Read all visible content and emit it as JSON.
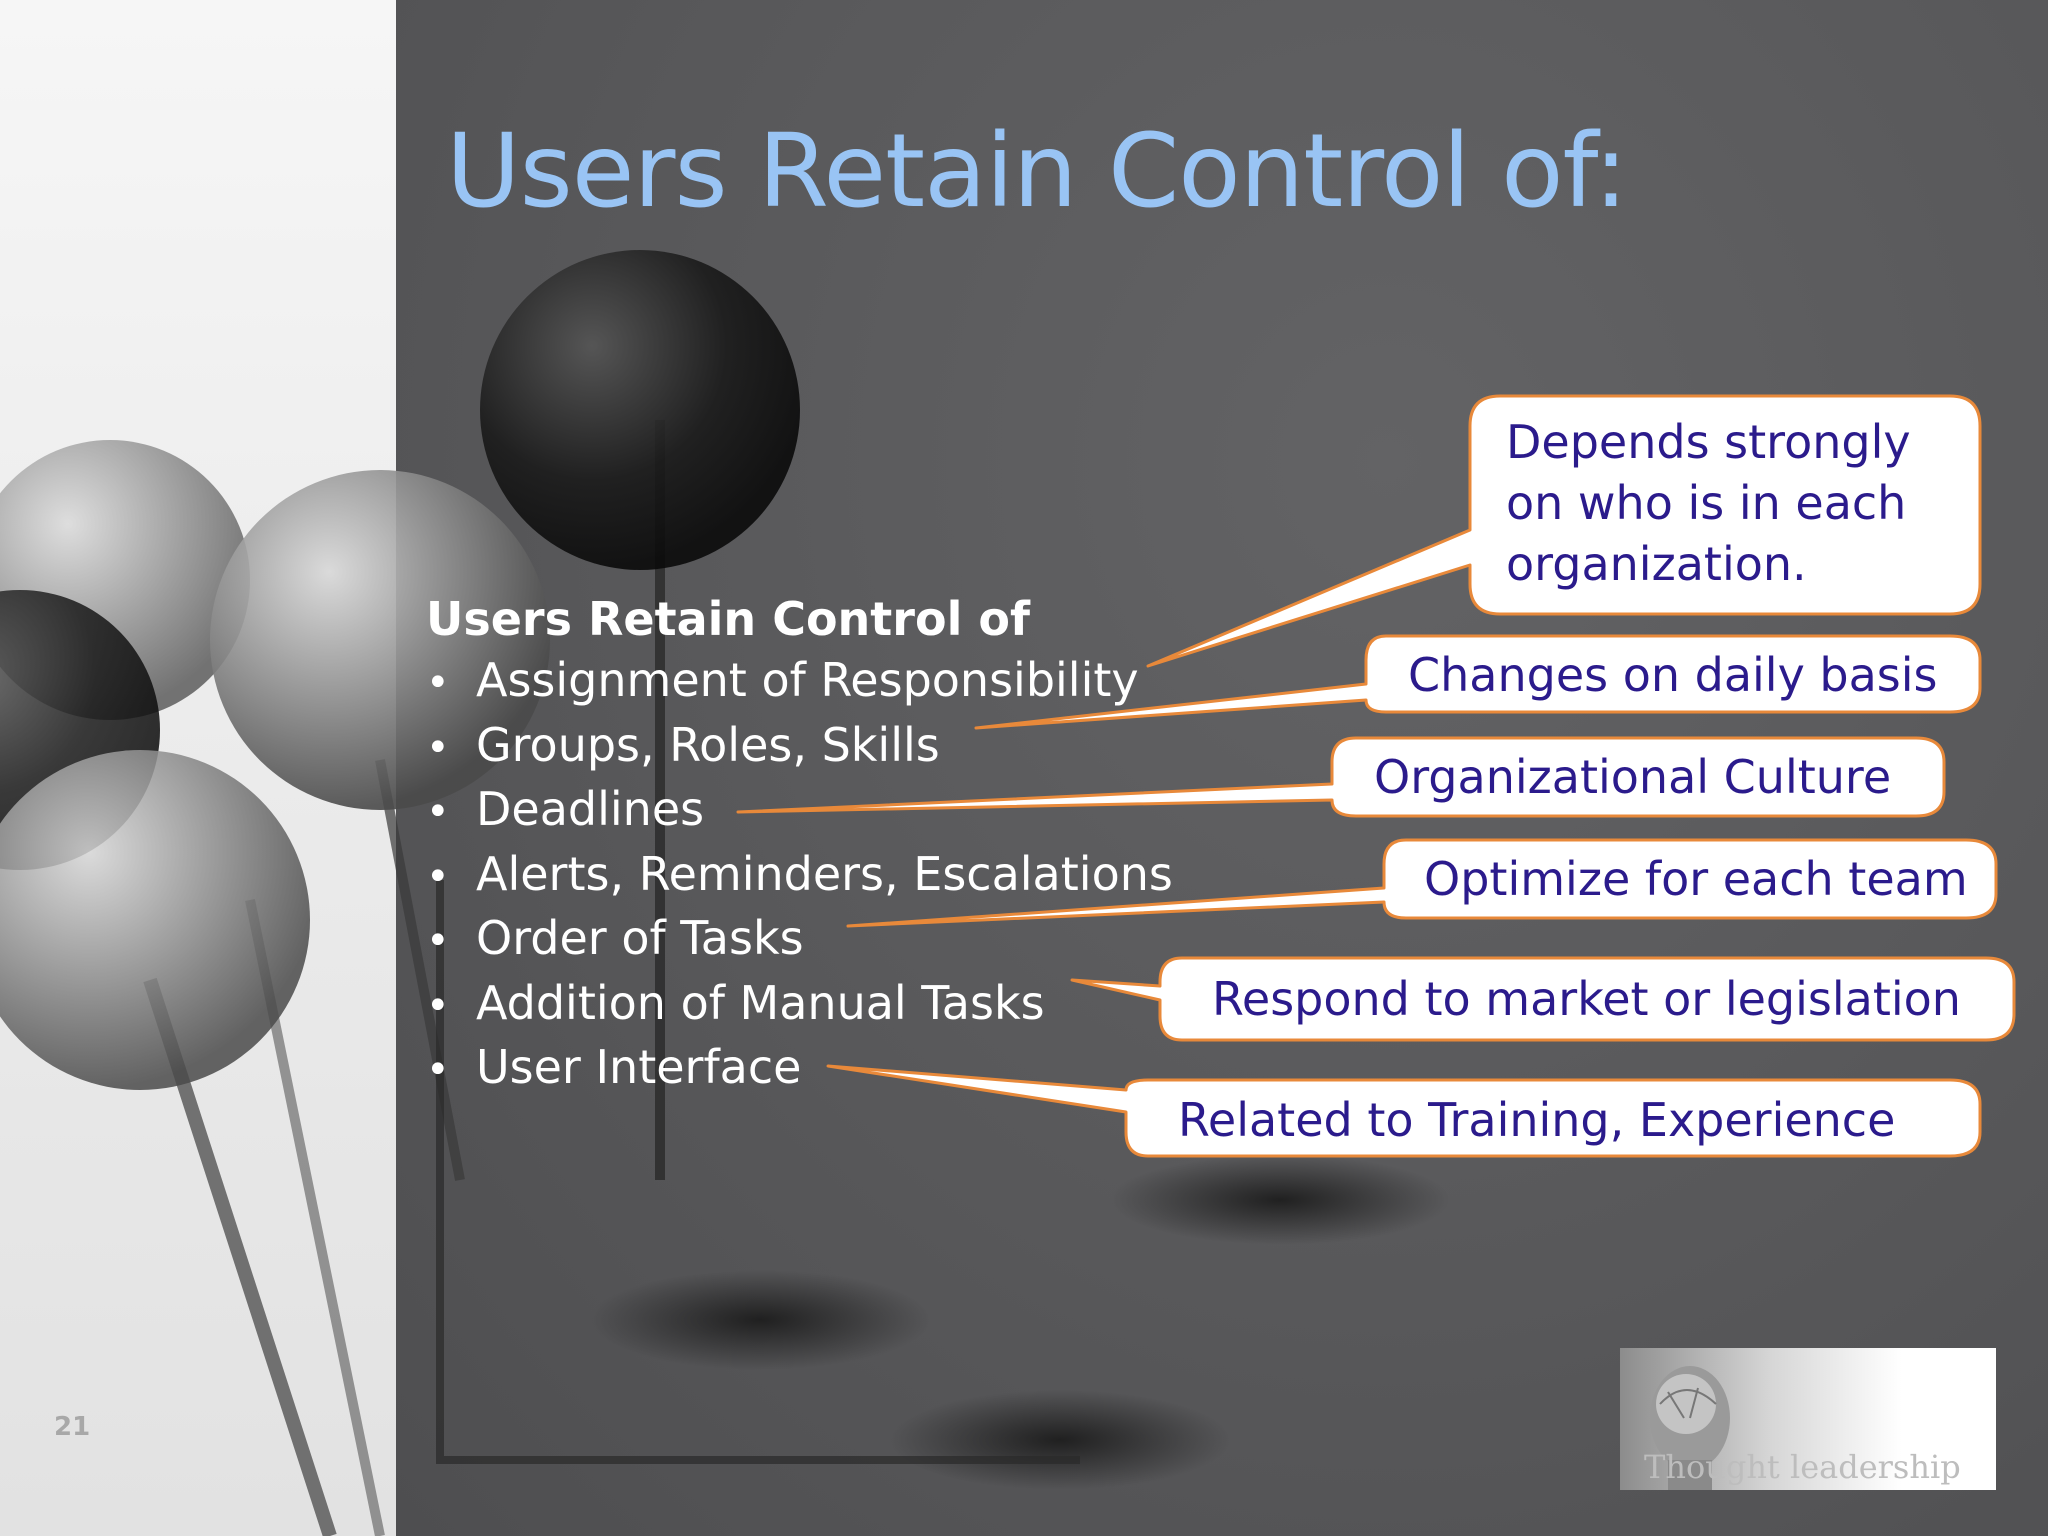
{
  "slide": {
    "title": "Users Retain Control of:",
    "page_number": "21"
  },
  "content": {
    "heading": "Users Retain Control of",
    "bullets": [
      "Assignment of Responsibility",
      "Groups, Roles, Skills",
      "Deadlines",
      "Alerts, Reminders, Escalations",
      "Order of Tasks",
      "Addition of Manual Tasks",
      "User Interface"
    ]
  },
  "callouts": {
    "depends_lines": [
      "Depends strongly",
      "on who is in each",
      "organization."
    ],
    "changes": "Changes on daily basis",
    "culture": "Organizational Culture",
    "optimize": "Optimize for each team",
    "respond": "Respond to market or legislation",
    "training": "Related to Training, Experience"
  },
  "logo": {
    "text": "Thought leadership"
  },
  "colors": {
    "title": "#99c4f4",
    "callout_text": "#2b1b8c",
    "callout_border": "#e8893a",
    "body_text": "#ffffff"
  }
}
